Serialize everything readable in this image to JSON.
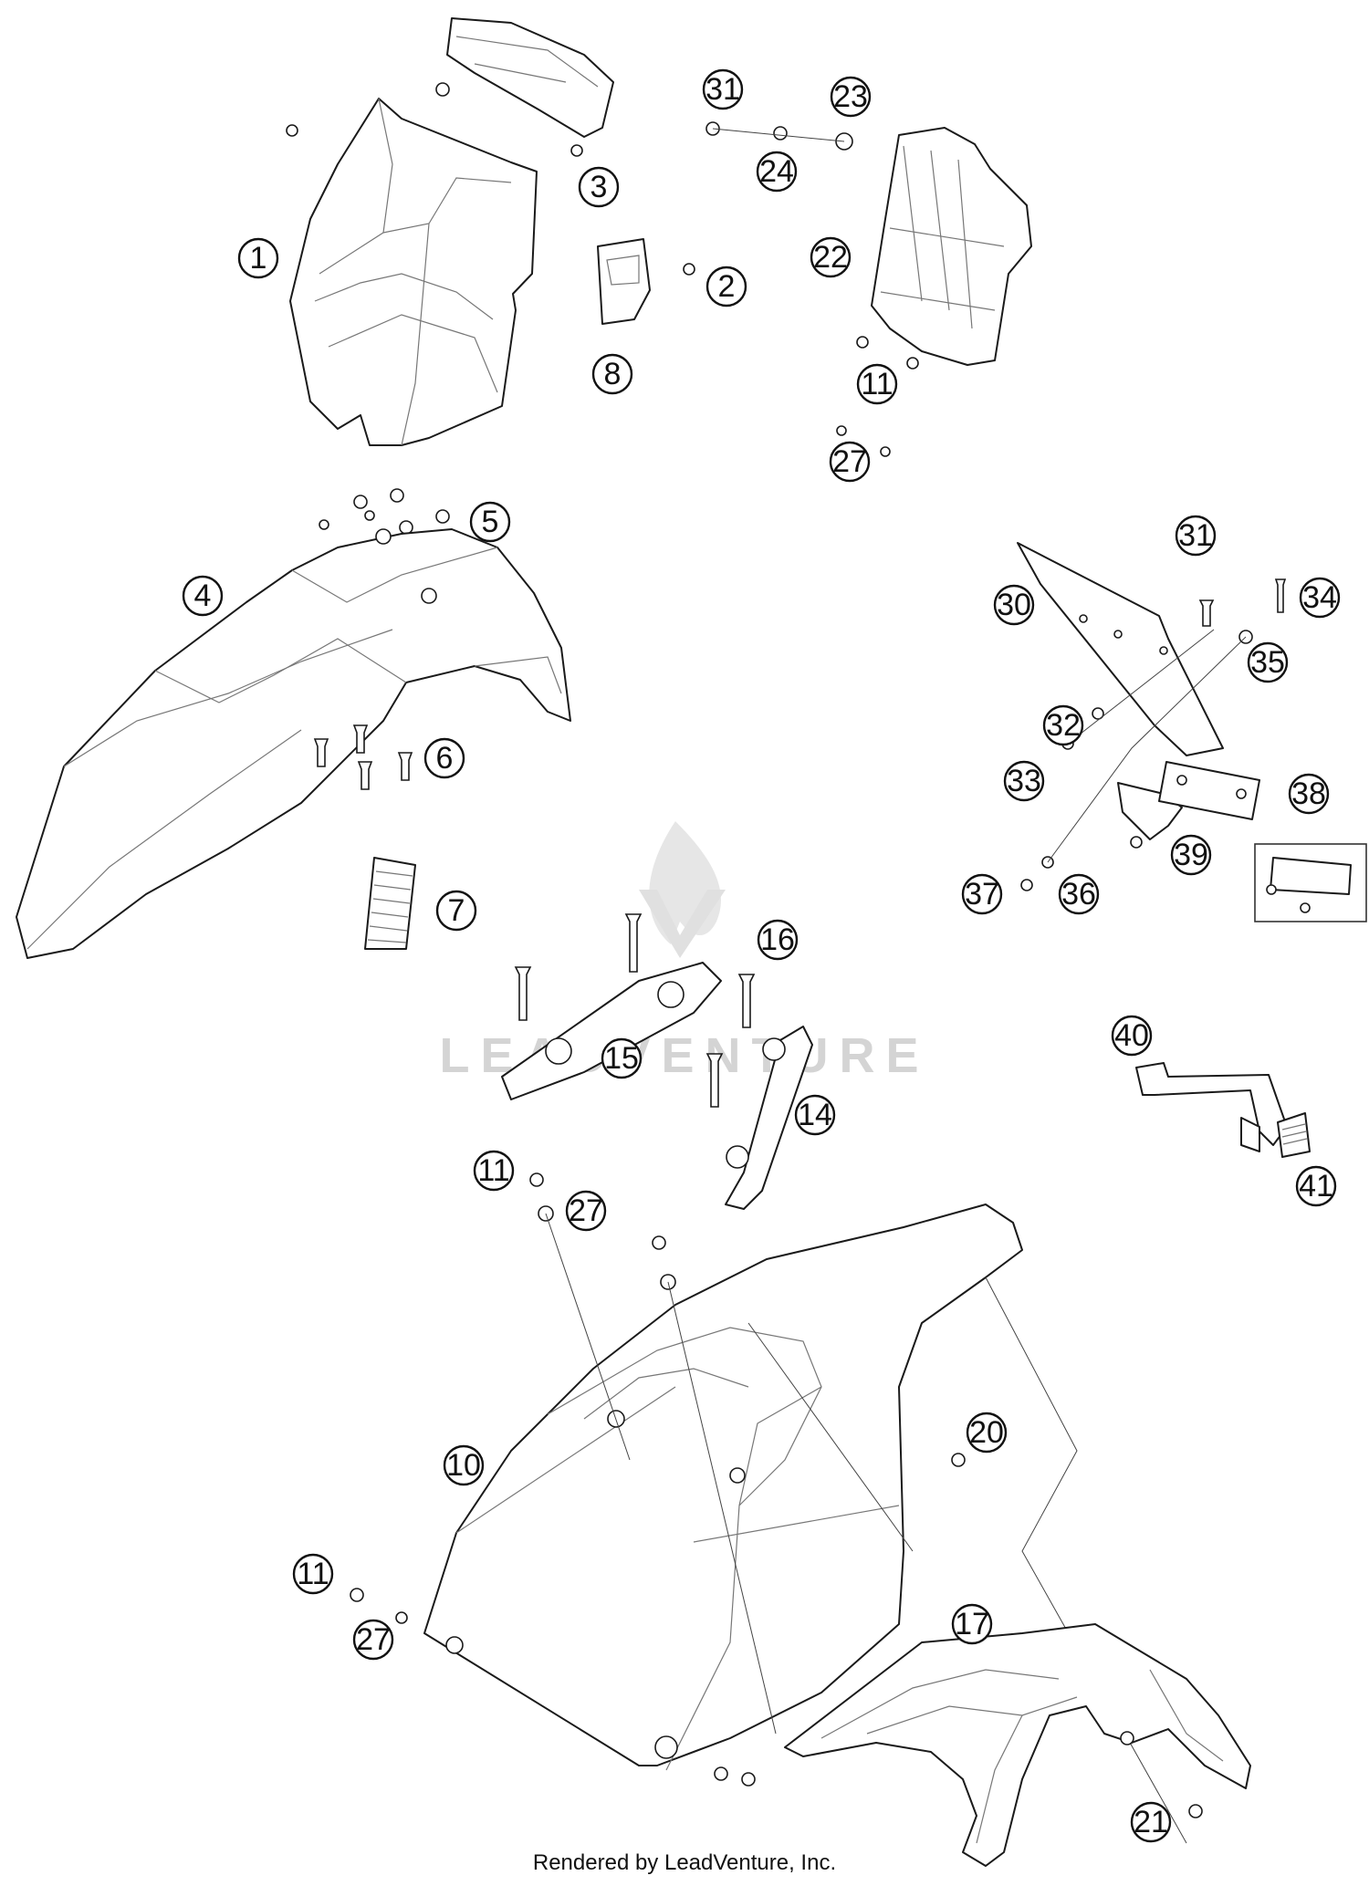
{
  "watermark": {
    "brand": "LEADVENTURE"
  },
  "footer": {
    "rendered_by": "Rendered by LeadVenture, Inc."
  },
  "callouts": [
    {
      "id": "c1",
      "number": "1"
    },
    {
      "id": "c2",
      "number": "2"
    },
    {
      "id": "c3",
      "number": "3"
    },
    {
      "id": "c4",
      "number": "4"
    },
    {
      "id": "c5",
      "number": "5"
    },
    {
      "id": "c6",
      "number": "6"
    },
    {
      "id": "c7",
      "number": "7"
    },
    {
      "id": "c8",
      "number": "8"
    },
    {
      "id": "c10",
      "number": "10"
    },
    {
      "id": "c11a",
      "number": "11"
    },
    {
      "id": "c11b",
      "number": "11"
    },
    {
      "id": "c11c",
      "number": "11"
    },
    {
      "id": "c14",
      "number": "14"
    },
    {
      "id": "c15",
      "number": "15"
    },
    {
      "id": "c16",
      "number": "16"
    },
    {
      "id": "c17",
      "number": "17"
    },
    {
      "id": "c20",
      "number": "20"
    },
    {
      "id": "c21",
      "number": "21"
    },
    {
      "id": "c22",
      "number": "22"
    },
    {
      "id": "c23",
      "number": "23"
    },
    {
      "id": "c24",
      "number": "24"
    },
    {
      "id": "c27a",
      "number": "27"
    },
    {
      "id": "c27b",
      "number": "27"
    },
    {
      "id": "c27c",
      "number": "27"
    },
    {
      "id": "c30",
      "number": "30"
    },
    {
      "id": "c31a",
      "number": "31"
    },
    {
      "id": "c31b",
      "number": "31"
    },
    {
      "id": "c32",
      "number": "32"
    },
    {
      "id": "c33",
      "number": "33"
    },
    {
      "id": "c34",
      "number": "34"
    },
    {
      "id": "c35",
      "number": "35"
    },
    {
      "id": "c36",
      "number": "36"
    },
    {
      "id": "c37",
      "number": "37"
    },
    {
      "id": "c38",
      "number": "38"
    },
    {
      "id": "c39",
      "number": "39"
    },
    {
      "id": "c40",
      "number": "40"
    },
    {
      "id": "c41",
      "number": "41"
    }
  ]
}
